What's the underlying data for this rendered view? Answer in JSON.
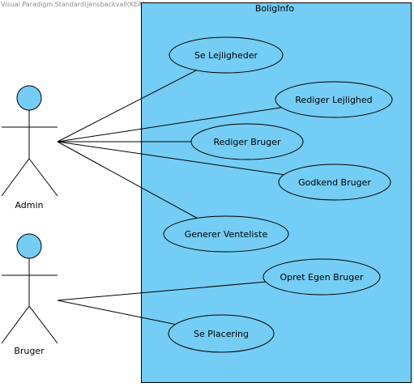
{
  "watermark": "Visual Paradigm Standard(jensbackvall(KEA))",
  "system": {
    "title": "BoligInfo"
  },
  "actors": [
    {
      "id": "admin",
      "label": "Admin"
    },
    {
      "id": "bruger",
      "label": "Bruger"
    }
  ],
  "use_cases": [
    {
      "id": "se-lejligheder",
      "label": "Se Lejligheder"
    },
    {
      "id": "rediger-lejlighed",
      "label": "Rediger Lejlighed"
    },
    {
      "id": "rediger-bruger",
      "label": "Rediger Bruger"
    },
    {
      "id": "godkend-bruger",
      "label": "Godkend Bruger"
    },
    {
      "id": "generer-venteliste",
      "label": "Generer Venteliste"
    },
    {
      "id": "opret-egen-bruger",
      "label": "Opret Egen Bruger"
    },
    {
      "id": "se-placering",
      "label": "Se Placering"
    }
  ],
  "associations": [
    {
      "actor": "admin",
      "use_case": "se-lejligheder"
    },
    {
      "actor": "admin",
      "use_case": "rediger-lejlighed"
    },
    {
      "actor": "admin",
      "use_case": "rediger-bruger"
    },
    {
      "actor": "admin",
      "use_case": "godkend-bruger"
    },
    {
      "actor": "admin",
      "use_case": "generer-venteliste"
    },
    {
      "actor": "bruger",
      "use_case": "opret-egen-bruger"
    },
    {
      "actor": "bruger",
      "use_case": "se-placering"
    }
  ],
  "colors": {
    "system_fill": "#73cdf5",
    "system_stroke": "#000000",
    "usecase_fill": "#73cdf5",
    "actor_head": "#73cdf5",
    "line": "#000000"
  }
}
